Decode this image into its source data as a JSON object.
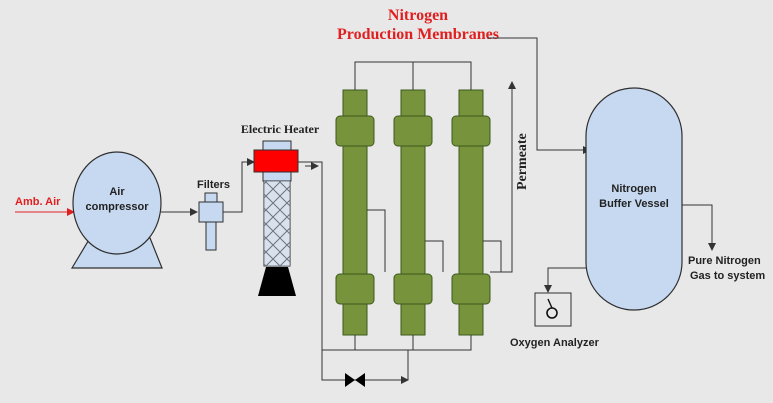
{
  "title_line1": "Nitrogen",
  "title_line2": "Production Membranes",
  "labels": {
    "amb_air": "Amb. Air",
    "compressor_line1": "Air",
    "compressor_line2": "compressor",
    "filters": "Filters",
    "heater": "Electric Heater",
    "permeate": "Permeate",
    "vessel_line1": "Nitrogen",
    "vessel_line2": "Buffer Vessel",
    "output_line1": "Pure Nitrogen",
    "output_line2": "Gas  to system",
    "analyzer": "Oxygen Analyzer"
  },
  "colors": {
    "background": "#e8e8e8",
    "title": "#e02020",
    "amb_air": "#e02020",
    "membrane": "#77933c",
    "membrane_edge": "#3e5a1e",
    "vessel": "#c6d9f1",
    "vessel_edge": "#2f2f2f",
    "heater_red": "#ff0000",
    "pipe": "#333333"
  },
  "icons": {
    "compressor": "compressor-icon",
    "filter": "filter-icon",
    "heater": "heater-icon",
    "membrane": "membrane-icon",
    "vessel": "vessel-icon",
    "valve": "valve-icon",
    "analyzer": "gauge-icon"
  }
}
